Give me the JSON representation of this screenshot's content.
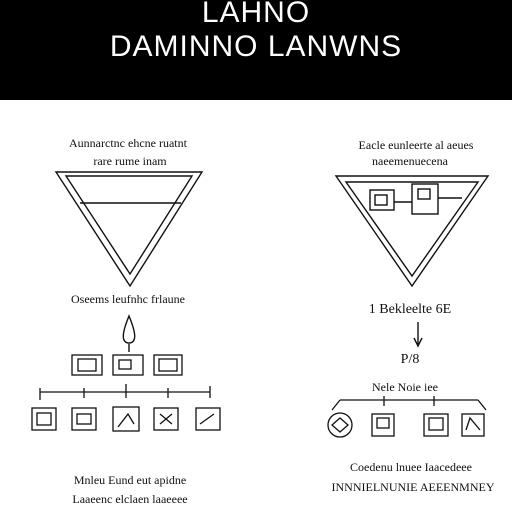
{
  "header": {
    "title_line_1": "LAHNO",
    "title_line_2": "DAMINNO LANWNS"
  },
  "left_panel": {
    "heading_line_1": "Aunnarctnc ehcne ruatnt",
    "heading_line_2": "rare rume inam",
    "mid_label": "Oseems leufnhc frlaune",
    "footer_line_1": "Mnleu Eund eut apidne",
    "footer_line_2": "Laaeenc elclaen laaeeee"
  },
  "right_panel": {
    "heading_line_1": "Eacle eunleerte al aeues",
    "heading_line_2": "naeemenuecena",
    "value_label": "1 Bekleelte 6E",
    "short_label": "P/8",
    "mid_label": "Nele Noie iee",
    "footer_line_1": "Coedenu lnuee Iaacedeee",
    "footer_line_2": "INNNIELNUNIE AEEENMNEY"
  },
  "colors": {
    "ink": "#111111",
    "header_bg": "#000000",
    "header_text": "#ffffff"
  }
}
